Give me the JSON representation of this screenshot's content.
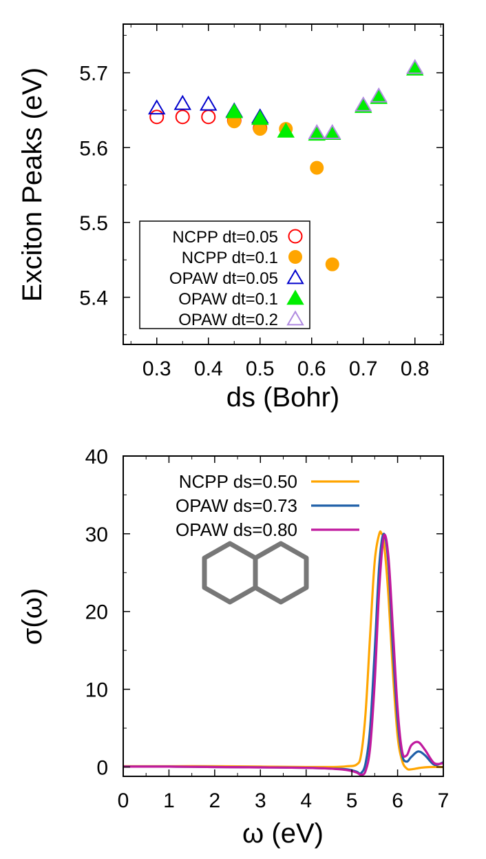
{
  "chart_data": [
    {
      "type": "scatter",
      "xlabel": "ds (Bohr)",
      "ylabel": "Exciton Peaks (eV)",
      "xlim": [
        0.235,
        0.855
      ],
      "ylim": [
        5.337,
        5.765
      ],
      "xticks": [
        "0.3",
        "0.4",
        "0.5",
        "0.6",
        "0.7",
        "0.8"
      ],
      "yticks": [
        "5.4",
        "5.5",
        "5.6",
        "5.7"
      ],
      "grid": false,
      "legend_position": "bottom-left",
      "colors": {
        "NCPP dt=0.05": "#ff0000",
        "NCPP dt=0.1": "#ffa500",
        "OPAW dt=0.05": "#0000cc",
        "OPAW dt=0.1": "#00ee00",
        "OPAW dt=0.2": "#b08ae0"
      },
      "series": [
        {
          "name": "NCPP dt=0.05",
          "marker": "open-circle",
          "x": [
            0.3,
            0.35,
            0.4,
            0.45,
            0.5
          ],
          "y": [
            5.641,
            5.641,
            5.641,
            5.636,
            5.626
          ]
        },
        {
          "name": "NCPP dt=0.1",
          "marker": "filled-circle",
          "x": [
            0.45,
            0.5,
            0.55,
            0.61,
            0.64
          ],
          "y": [
            5.635,
            5.625,
            5.625,
            5.573,
            5.444
          ]
        },
        {
          "name": "OPAW dt=0.05",
          "marker": "open-triangle",
          "x": [
            0.3,
            0.35,
            0.4,
            0.45,
            0.5
          ],
          "y": [
            5.653,
            5.659,
            5.658,
            5.649,
            5.641
          ]
        },
        {
          "name": "OPAW dt=0.1",
          "marker": "filled-triangle",
          "x": [
            0.45,
            0.5,
            0.55,
            0.61,
            0.64,
            0.7,
            0.73,
            0.8
          ],
          "y": [
            5.648,
            5.639,
            5.622,
            5.618,
            5.619,
            5.655,
            5.667,
            5.705
          ]
        },
        {
          "name": "OPAW dt=0.2",
          "marker": "open-triangle",
          "x": [
            0.61,
            0.64,
            0.7,
            0.73,
            0.8
          ],
          "y": [
            5.62,
            5.62,
            5.657,
            5.669,
            5.707
          ]
        }
      ]
    },
    {
      "type": "line",
      "xlabel": "ω (eV)",
      "ylabel": "σ(ω)",
      "xlim": [
        0,
        7
      ],
      "ylim": [
        -1.2,
        40
      ],
      "xticks": [
        "0",
        "1",
        "2",
        "3",
        "4",
        "5",
        "6",
        "7"
      ],
      "yticks": [
        "0",
        "10",
        "20",
        "30",
        "40"
      ],
      "grid": false,
      "legend_position": "top-left",
      "inset": "naphthalene-molecule",
      "colors": {
        "NCPP ds=0.50": "#ffa500",
        "OPAW ds=0.73": "#1f5fa8",
        "OPAW ds=0.80": "#c0199e"
      },
      "series": [
        {
          "name": "NCPP ds=0.50",
          "x": [
            0,
            1,
            2,
            3,
            4,
            4.6,
            4.9,
            5.1,
            5.2,
            5.3,
            5.4,
            5.5,
            5.6,
            5.65,
            5.7,
            5.8,
            5.9,
            6.0,
            6.1,
            6.2,
            6.3,
            6.5,
            6.7,
            7.0
          ],
          "y": [
            0.1,
            0.1,
            0.1,
            0.05,
            0.0,
            0.0,
            0.1,
            0.3,
            1.5,
            7.0,
            17.0,
            26.5,
            30.0,
            30.0,
            29.0,
            22.0,
            12.0,
            4.0,
            0.8,
            -0.2,
            -0.3,
            -0.1,
            0.0,
            0.0
          ]
        },
        {
          "name": "OPAW ds=0.73",
          "x": [
            0,
            1,
            2,
            3,
            4,
            4.5,
            4.9,
            5.1,
            5.2,
            5.3,
            5.4,
            5.5,
            5.6,
            5.7,
            5.8,
            5.9,
            6.0,
            6.1,
            6.2,
            6.3,
            6.45,
            6.6,
            6.8,
            7.0
          ],
          "y": [
            0.05,
            0.05,
            0.0,
            -0.05,
            -0.1,
            -0.2,
            -0.3,
            -0.6,
            -0.8,
            0.5,
            5.0,
            15.0,
            26.0,
            30.0,
            26.0,
            15.0,
            6.0,
            1.5,
            0.7,
            1.3,
            2.0,
            1.5,
            0.3,
            0.6
          ]
        },
        {
          "name": "OPAW ds=0.80",
          "x": [
            0,
            1,
            2,
            3,
            4,
            4.5,
            4.9,
            5.1,
            5.2,
            5.3,
            5.4,
            5.5,
            5.6,
            5.7,
            5.8,
            5.9,
            6.0,
            6.1,
            6.2,
            6.3,
            6.45,
            6.6,
            6.8,
            7.0
          ],
          "y": [
            0.05,
            0.05,
            0.0,
            -0.05,
            -0.1,
            -0.2,
            -0.4,
            -0.7,
            -1.0,
            -0.5,
            2.5,
            11.0,
            23.0,
            29.7,
            27.0,
            17.5,
            7.5,
            2.0,
            1.5,
            2.8,
            3.2,
            2.2,
            0.5,
            0.5
          ]
        }
      ]
    }
  ]
}
